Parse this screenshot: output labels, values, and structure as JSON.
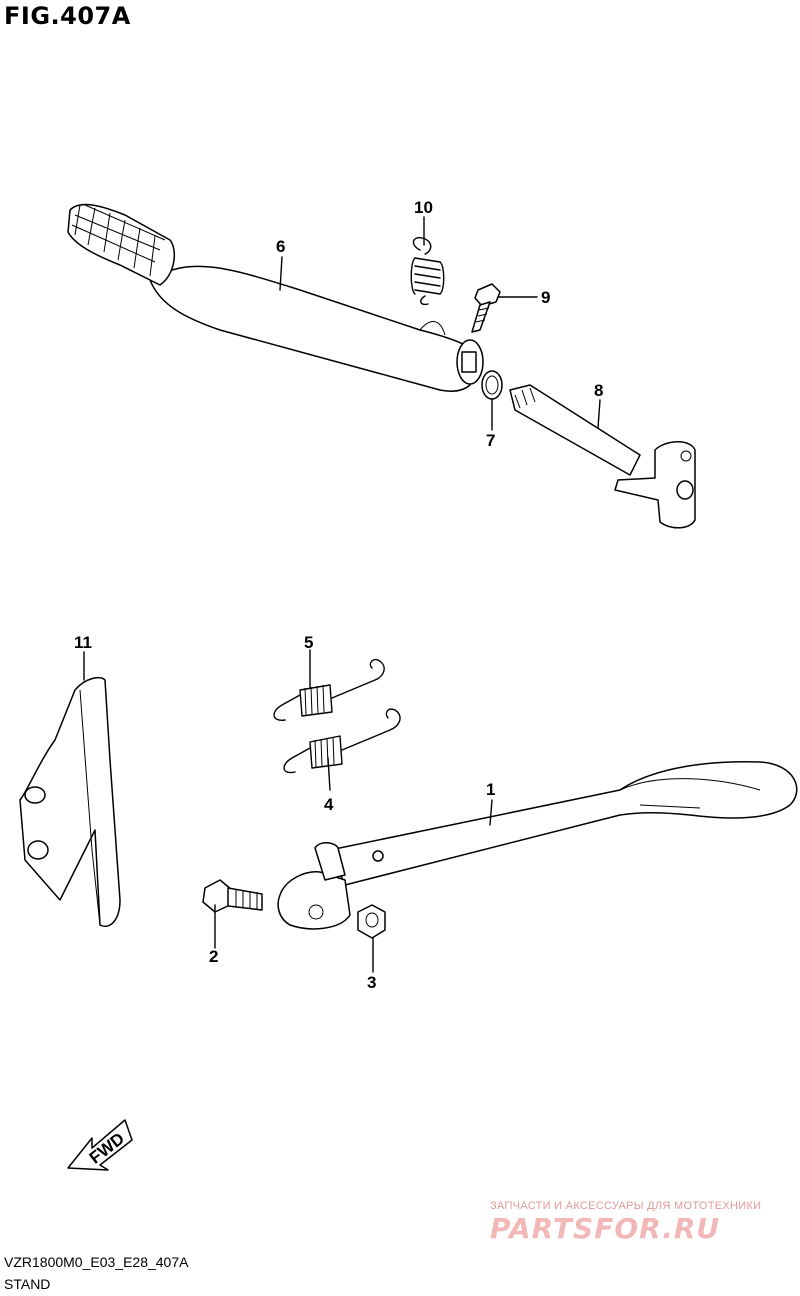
{
  "figure": {
    "title": "FIG.407A",
    "code": "VZR1800M0_E03_E28_407A",
    "section": "STAND"
  },
  "callouts": [
    {
      "id": "1",
      "label": "1"
    },
    {
      "id": "2",
      "label": "2"
    },
    {
      "id": "3",
      "label": "3"
    },
    {
      "id": "4",
      "label": "4"
    },
    {
      "id": "5",
      "label": "5"
    },
    {
      "id": "6",
      "label": "6"
    },
    {
      "id": "7",
      "label": "7"
    },
    {
      "id": "8",
      "label": "8"
    },
    {
      "id": "9",
      "label": "9"
    },
    {
      "id": "10",
      "label": "10"
    },
    {
      "id": "11",
      "label": "11"
    }
  ],
  "fwd_arrow": {
    "label": "FWD"
  },
  "watermark": {
    "tagline": "ЗАПЧАСТИ И АКСЕССУАРЫ ДЛЯ МОТОТЕХНИКИ",
    "brand": "PARTSFOR.RU"
  }
}
